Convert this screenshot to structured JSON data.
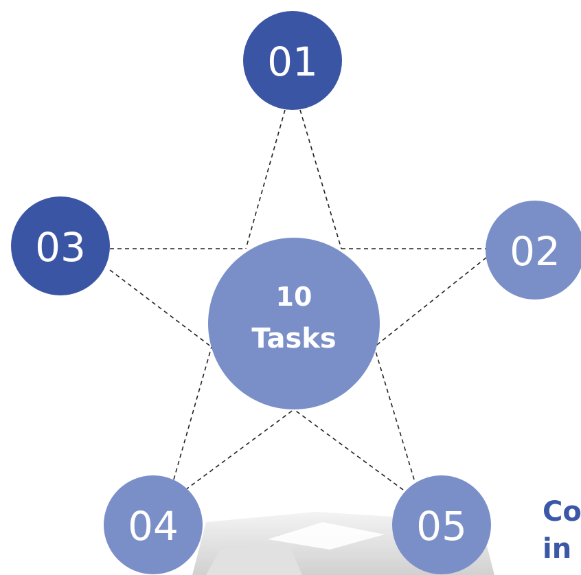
{
  "center": {
    "line1": "10",
    "line2": "Tasks"
  },
  "nodes": [
    {
      "id": "01",
      "label": "01",
      "tone": "dark"
    },
    {
      "id": "02",
      "label": "02",
      "tone": "light"
    },
    {
      "id": "03",
      "label": "03",
      "tone": "dark"
    },
    {
      "id": "04",
      "label": "04",
      "tone": "light"
    },
    {
      "id": "05",
      "label": "05",
      "tone": "light"
    }
  ],
  "caption": {
    "line1": "Co",
    "line2": "in"
  },
  "colors": {
    "dark": "#3b55a5",
    "light": "#7a8fc8",
    "center": "#7a8fc8",
    "caption": "#3a58a6"
  }
}
